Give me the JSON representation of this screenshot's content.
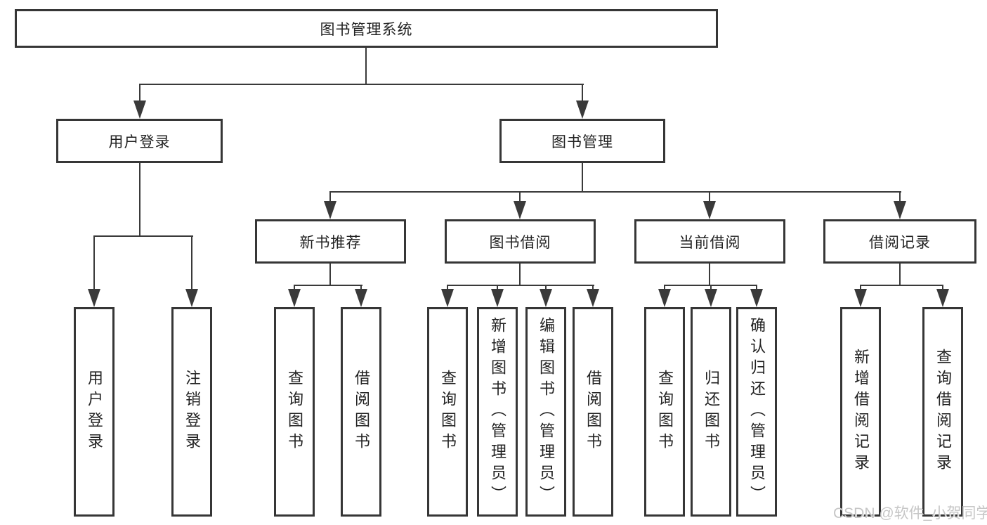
{
  "diagram": {
    "root": {
      "label": "图书管理系统"
    },
    "branches": [
      {
        "label": "用户登录",
        "children": [
          {
            "label": "用户登录"
          },
          {
            "label": "注销登录"
          }
        ]
      },
      {
        "label": "图书管理",
        "children": [
          {
            "label": "新书推荐",
            "children": [
              {
                "label": "查询图书"
              },
              {
                "label": "借阅图书"
              }
            ]
          },
          {
            "label": "图书借阅",
            "children": [
              {
                "label": "查询图书"
              },
              {
                "label": "新增图书（管理员）"
              },
              {
                "label": "编辑图书（管理员）"
              },
              {
                "label": "借阅图书"
              }
            ]
          },
          {
            "label": "当前借阅",
            "children": [
              {
                "label": "查询图书"
              },
              {
                "label": "归还图书"
              },
              {
                "label": "确认归还（管理员）"
              }
            ]
          },
          {
            "label": "借阅记录",
            "children": [
              {
                "label": "新增借阅记录"
              },
              {
                "label": "查询借阅记录"
              }
            ]
          }
        ]
      }
    ]
  },
  "watermark": {
    "text": "CSDN @软件_小贺同学"
  },
  "colors": {
    "line": "#3a3a3a",
    "box_border": "#363636",
    "text": "#222222",
    "watermark": "#c6c6c6",
    "background": "#ffffff"
  }
}
